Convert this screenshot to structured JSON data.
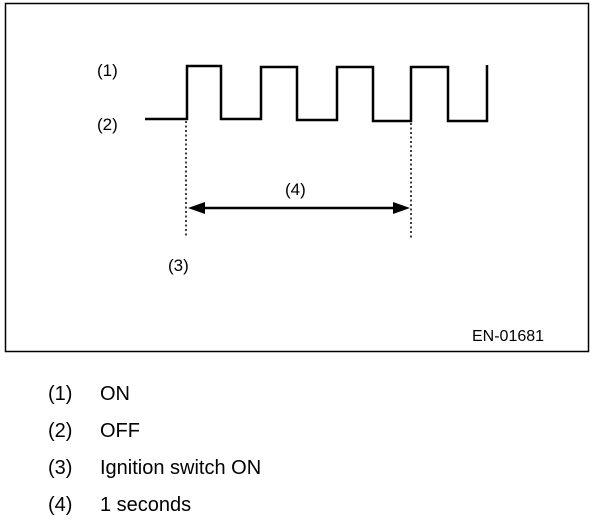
{
  "diagram": {
    "labels": {
      "on": "(1)",
      "off": "(2)",
      "ignition": "(3)",
      "interval": "(4)"
    },
    "figure_code": "EN-01681"
  },
  "legend": [
    {
      "num": "(1)",
      "text": "ON"
    },
    {
      "num": "(2)",
      "text": "OFF"
    },
    {
      "num": "(3)",
      "text": "Ignition switch ON"
    },
    {
      "num": "(4)",
      "text": "1 seconds"
    }
  ]
}
